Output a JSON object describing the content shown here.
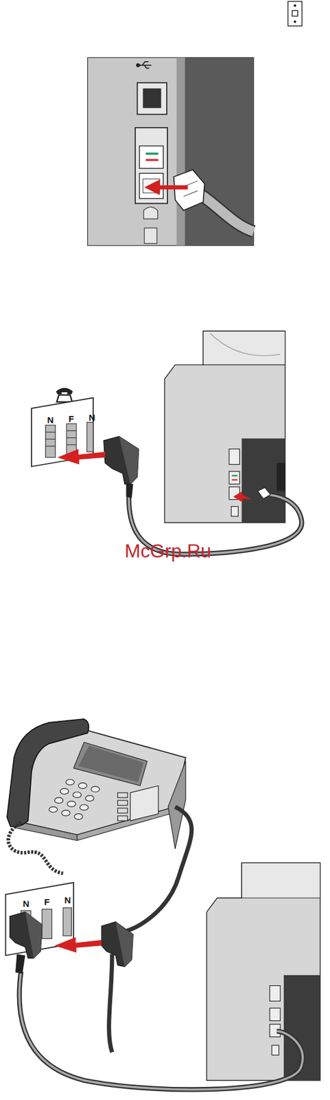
{
  "diagram": {
    "labels": [
      "N",
      "F",
      "N",
      "N",
      "F",
      "N",
      "McGrp.Ru"
    ]
  }
}
